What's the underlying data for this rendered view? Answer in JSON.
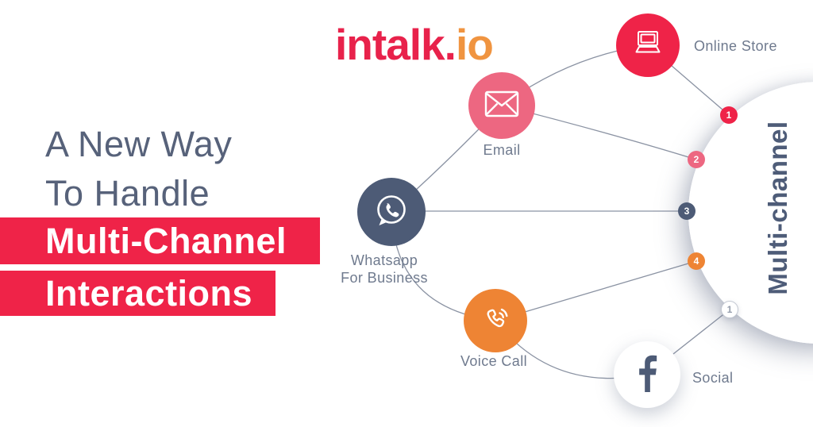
{
  "logo": {
    "main": "intalk.",
    "suffix": "io",
    "color_main": "#E8224B",
    "color_suffix": "#F09440"
  },
  "headline": {
    "line1": "A New Way",
    "line2": "To Handle",
    "line3": "Multi-Channel",
    "line4": "Interactions",
    "text_color": "#57627A",
    "band_color": "#EF2348",
    "band_text_color": "#FFFFFF"
  },
  "diagram": {
    "hub": {
      "label": "Multi-channel",
      "text_color": "#4E5C78",
      "fill": "#FFFFFF"
    },
    "nodes": [
      {
        "id": "online-store",
        "label": "Online Store",
        "icon": "laptop-icon",
        "color": "#EF2348"
      },
      {
        "id": "email",
        "label": "Email",
        "icon": "envelope-icon",
        "color": "#ED6781"
      },
      {
        "id": "whatsapp",
        "label_line1": "Whatsapp",
        "label_line2": "For Business",
        "icon": "whatsapp-icon",
        "color": "#4D5B76"
      },
      {
        "id": "voice-call",
        "label": "Voice Call",
        "icon": "phone-waves-icon",
        "color": "#EE8434"
      },
      {
        "id": "social",
        "label": "Social",
        "icon": "facebook-icon",
        "color": "#FFFFFF"
      }
    ],
    "badges": [
      "1",
      "2",
      "3",
      "4",
      "1"
    ],
    "line_color": "#8B93A3",
    "label_color": "#6F7A8E"
  }
}
